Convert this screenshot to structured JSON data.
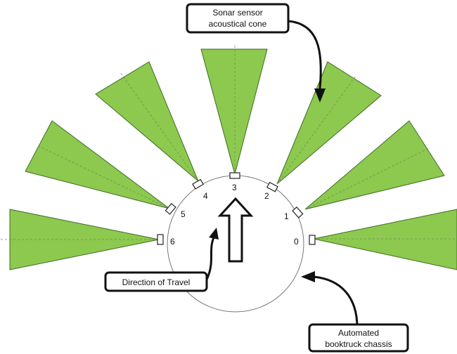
{
  "sensors": [
    {
      "id": "sensor-0",
      "label": "0"
    },
    {
      "id": "sensor-1",
      "label": "1"
    },
    {
      "id": "sensor-2",
      "label": "2"
    },
    {
      "id": "sensor-3",
      "label": "3"
    },
    {
      "id": "sensor-4",
      "label": "4"
    },
    {
      "id": "sensor-5",
      "label": "5"
    },
    {
      "id": "sensor-6",
      "label": "6"
    }
  ],
  "callouts": {
    "sonar_line1": "Sonar sensor",
    "sonar_line2": "acoustical cone",
    "direction": "Direction of Travel",
    "chassis_line1": "Automated",
    "chassis_line2": "booktruck chassis"
  },
  "colors": {
    "cone_fill": "#8cc94e",
    "cone_stroke": "#3f6b24"
  }
}
